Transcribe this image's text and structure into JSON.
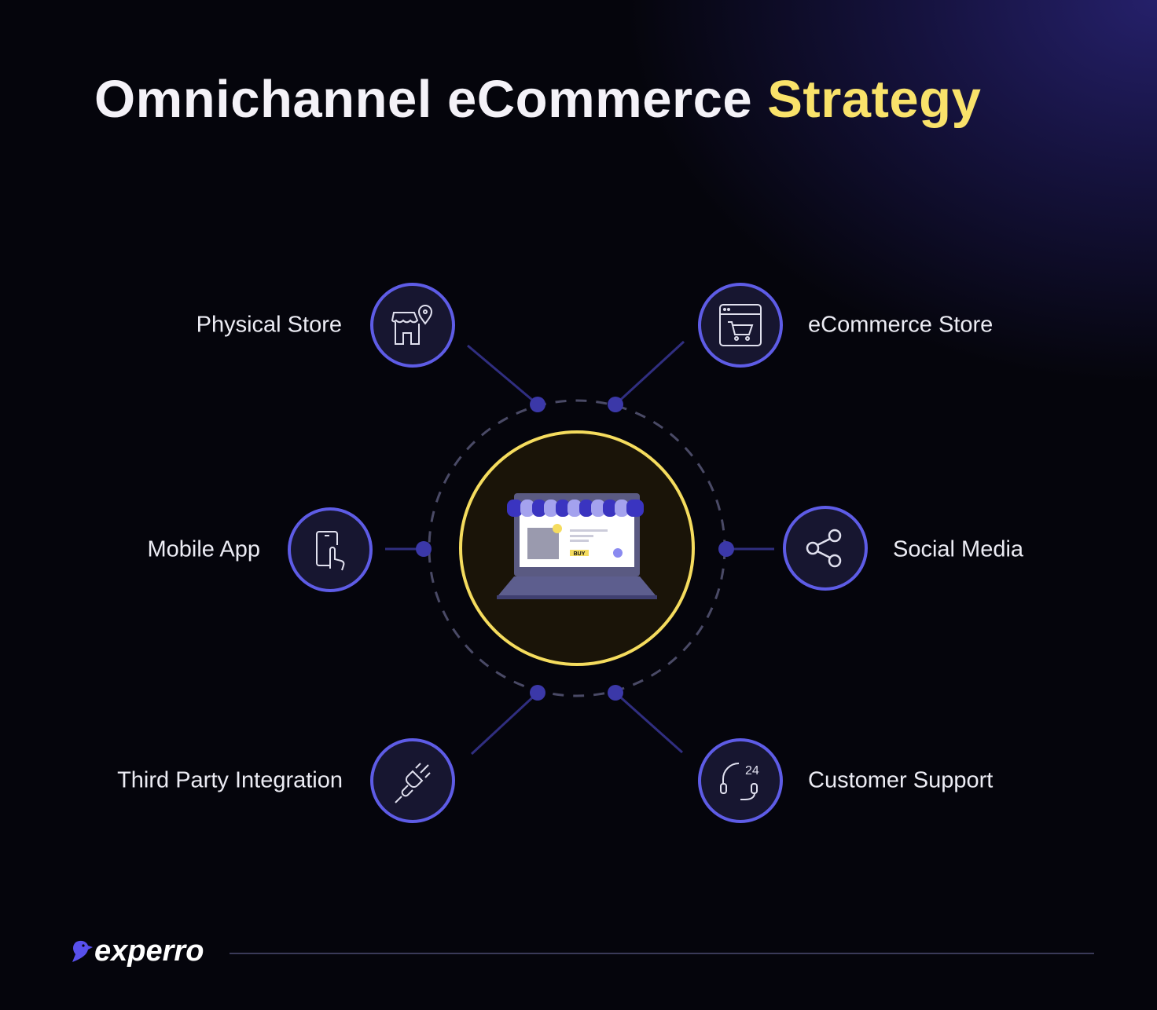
{
  "title": {
    "main": "Omnichannel eCommerce",
    "highlight": "Strategy"
  },
  "hub": {
    "icon": "laptop-storefront-icon",
    "button_label": "BUY"
  },
  "channels": [
    {
      "label": "Physical Store",
      "icon": "store-location-icon"
    },
    {
      "label": "eCommerce Store",
      "icon": "browser-cart-icon"
    },
    {
      "label": "Mobile App",
      "icon": "phone-tap-icon"
    },
    {
      "label": "Social Media",
      "icon": "share-icon"
    },
    {
      "label": "Third Party Integration",
      "icon": "plug-icon"
    },
    {
      "label": "Customer Support",
      "icon": "headset-24-icon",
      "badge": "24"
    }
  ],
  "brand": {
    "name": "experro",
    "icon": "bird-logo-icon"
  },
  "colors": {
    "accent": "#5e5ce6",
    "highlight": "#f9e26a",
    "background": "#05050c"
  }
}
